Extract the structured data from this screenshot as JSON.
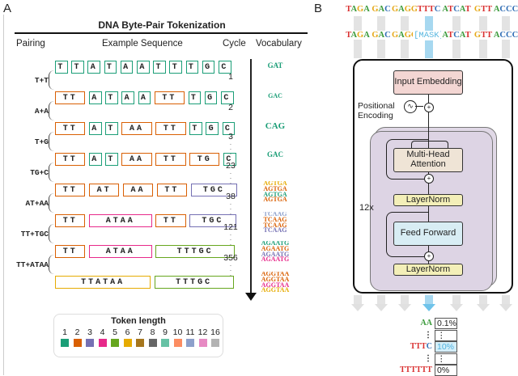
{
  "panel_a": {
    "letter": "A",
    "title": "DNA Byte-Pair Tokenization",
    "headers": {
      "pairing": "Pairing",
      "sequence": "Example Sequence",
      "cycle": "Cycle",
      "vocabulary": "Vocabulary"
    },
    "rows": [
      {
        "tokens": [
          [
            "T",
            1
          ],
          [
            "T",
            1
          ],
          [
            "A",
            1
          ],
          [
            "T",
            1
          ],
          [
            "A",
            1
          ],
          [
            "A",
            1
          ],
          [
            "T",
            1
          ],
          [
            "T",
            1
          ],
          [
            "T",
            1
          ],
          [
            "G",
            1
          ],
          [
            "C",
            1
          ]
        ]
      },
      {
        "tokens": [
          [
            "TT",
            2
          ],
          [
            "A",
            1
          ],
          [
            "T",
            1
          ],
          [
            "A",
            1
          ],
          [
            "A",
            1
          ],
          [
            "TT",
            2
          ],
          [
            "T",
            1
          ],
          [
            "G",
            1
          ],
          [
            "C",
            1
          ]
        ]
      },
      {
        "tokens": [
          [
            "TT",
            2
          ],
          [
            "A",
            1
          ],
          [
            "T",
            1
          ],
          [
            "AA",
            2
          ],
          [
            "TT",
            2
          ],
          [
            "T",
            1
          ],
          [
            "G",
            1
          ],
          [
            "C",
            1
          ]
        ]
      },
      {
        "tokens": [
          [
            "TT",
            2
          ],
          [
            "A",
            1
          ],
          [
            "T",
            1
          ],
          [
            "AA",
            2
          ],
          [
            "TT",
            2
          ],
          [
            "TG",
            2
          ],
          [
            "C",
            1
          ]
        ]
      },
      {
        "tokens": [
          [
            "TT",
            2
          ],
          [
            "AT",
            2
          ],
          [
            "AA",
            2
          ],
          [
            "TT",
            2
          ],
          [
            "TGC",
            3
          ]
        ]
      },
      {
        "tokens": [
          [
            "TT",
            2
          ],
          [
            "ATAA",
            4
          ],
          [
            "TT",
            2
          ],
          [
            "TGC",
            3
          ]
        ]
      },
      {
        "tokens": [
          [
            "TT",
            2
          ],
          [
            "ATAA",
            4
          ],
          [
            "TTTGC",
            5
          ]
        ]
      },
      {
        "tokens": [
          [
            "TTATAA",
            6
          ],
          [
            "TTTGC",
            5
          ]
        ]
      }
    ],
    "pairings": [
      "T+T",
      "A+A",
      "T+G",
      "TG+C",
      "AT+AA",
      "TT+TGC",
      "TT+ATAA"
    ],
    "cycles": [
      "1",
      "2",
      "3",
      "23",
      "38",
      "121",
      "356"
    ],
    "vocab_clouds": [
      "GAT",
      "GAC",
      "CAG",
      "GAC",
      "AGTGA",
      "TCAAG",
      "AGAATG",
      "AGGTAA"
    ],
    "legend": {
      "title": "Token length",
      "items": [
        {
          "label": "1",
          "color": "#1b9e77"
        },
        {
          "label": "2",
          "color": "#d95f02"
        },
        {
          "label": "3",
          "color": "#7570b3"
        },
        {
          "label": "4",
          "color": "#e7298a"
        },
        {
          "label": "5",
          "color": "#66a61e"
        },
        {
          "label": "6",
          "color": "#e6ab02"
        },
        {
          "label": "7",
          "color": "#a6761d"
        },
        {
          "label": "8",
          "color": "#666666"
        },
        {
          "label": "9",
          "color": "#66c2a5"
        },
        {
          "label": "10",
          "color": "#fc8d62"
        },
        {
          "label": "11",
          "color": "#8da0cb"
        },
        {
          "label": "12",
          "color": "#e78ac3"
        },
        {
          "label": "16",
          "color": "#b3b3b3"
        }
      ]
    }
  },
  "panel_b": {
    "letter": "B",
    "input_tokens": [
      "TAGA",
      "GAC",
      "GAGG",
      "TTTC",
      "ATCAT",
      "GTT",
      "ACCC"
    ],
    "masked_tokens": [
      "TAGA",
      "GAC",
      "GAGG",
      "[MASK]",
      "ATCAT",
      "GTT",
      "ACCC"
    ],
    "nucleotide_colors": {
      "A": "#3a9a3a",
      "C": "#2f6db5",
      "G": "#e6a817",
      "T": "#d93030"
    },
    "mask_color": "#5bb8e0",
    "input_embedding": "Input Embedding",
    "positional_encoding": "Positional Encoding",
    "multi_head_attention": "Multi-Head Attention",
    "layernorm_1": "LayerNorm",
    "feed_forward": "Feed Forward",
    "layernorm_2": "LayerNorm",
    "repeat": "12x",
    "output_table": [
      {
        "token": "AA",
        "prob": "0.1%",
        "highlight": false
      },
      {
        "token": "⋮",
        "prob": "⋮",
        "highlight": false
      },
      {
        "token": "TTTC",
        "prob": "10%",
        "highlight": true
      },
      {
        "token": "⋮",
        "prob": "⋮",
        "highlight": false
      },
      {
        "token": "TTTTTT",
        "prob": "0%",
        "highlight": false
      }
    ]
  }
}
